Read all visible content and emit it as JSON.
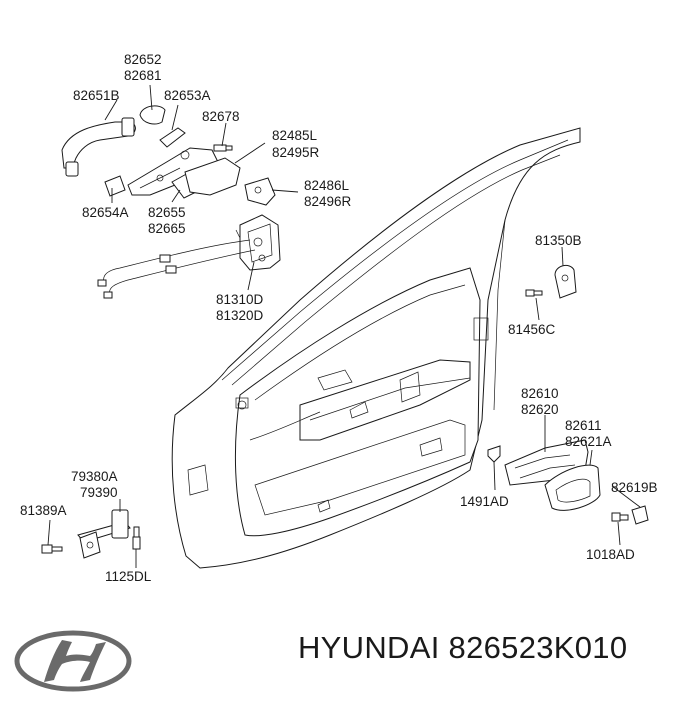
{
  "labels": {
    "p82652": "82652",
    "p82681": "82681",
    "p82651B": "82651B",
    "p82653A": "82653A",
    "p82678": "82678",
    "p82485L": "82485L",
    "p82495R": "82495R",
    "p82486L": "82486L",
    "p82496R": "82496R",
    "p82654A": "82654A",
    "p82655": "82655",
    "p82665": "82665",
    "p81310D": "81310D",
    "p81320D": "81320D",
    "p81350B": "81350B",
    "p81456C": "81456C",
    "p82610": "82610",
    "p82620": "82620",
    "p82611": "82611",
    "p82621A": "82621A",
    "p82619B": "82619B",
    "p1491AD": "1491AD",
    "p1018AD": "1018AD",
    "p79380A": "79380A",
    "p79390": "79390",
    "p81389A": "81389A",
    "p1125DL": "1125DL"
  },
  "footer": {
    "brand": "HYUNDAI",
    "part_number": "826523K010",
    "logo": "hyundai-logo"
  }
}
